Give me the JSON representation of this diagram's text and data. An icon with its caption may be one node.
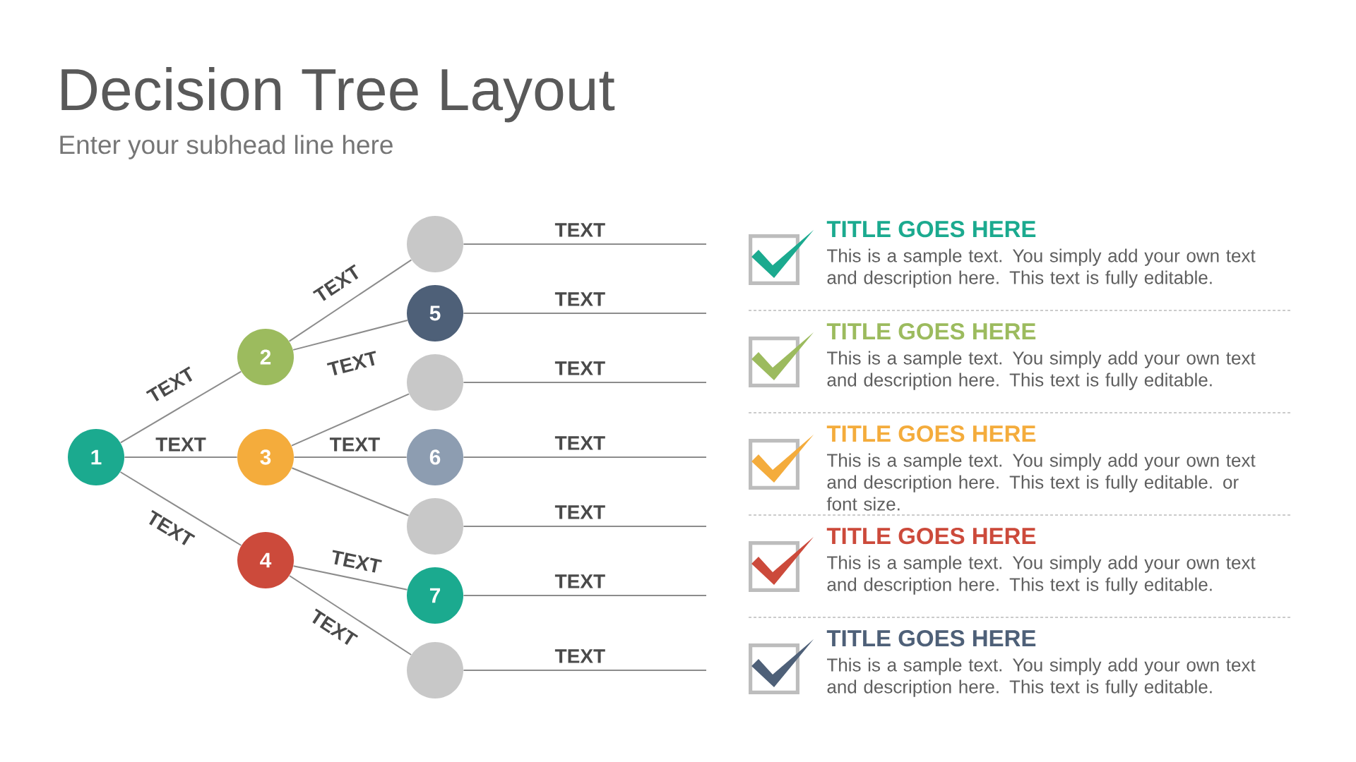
{
  "diagram": {
    "title": "Decision Tree Layout",
    "nodes": [
      {
        "text": [
          "1"
        ]
      },
      {
        "text": [
          "2"
        ]
      },
      {
        "text": [
          "3"
        ]
      },
      {
        "text": [
          "4"
        ]
      },
      {
        "text": [],
        "shape": "circle"
      },
      {
        "text": [
          "5"
        ]
      },
      {
        "text": [],
        "shape": "circle"
      },
      {
        "text": [
          "6"
        ]
      },
      {
        "text": [],
        "shape": "circle"
      },
      {
        "text": [
          "7"
        ]
      },
      {
        "text": [],
        "shape": "circle"
      }
    ],
    "edges": [
      {
        "from": 0,
        "to": 1,
        "arrow": "none",
        "label": "TEXT"
      },
      {
        "from": 0,
        "to": 2,
        "arrow": "none",
        "label": "TEXT"
      },
      {
        "from": 0,
        "to": 3,
        "arrow": "none",
        "label": "TEXT"
      },
      {
        "from": 1,
        "to": 4,
        "arrow": "none",
        "label": "TEXT"
      },
      {
        "from": 1,
        "to": 5,
        "arrow": "none",
        "label": "TEXT"
      },
      {
        "from": 2,
        "to": 6,
        "arrow": "none"
      },
      {
        "from": 2,
        "to": 7,
        "arrow": "none",
        "label": "TEXT"
      },
      {
        "from": 2,
        "to": 8,
        "arrow": "none"
      },
      {
        "from": 3,
        "to": 9,
        "arrow": "none",
        "label": "TEXT"
      },
      {
        "from": 3,
        "to": 10,
        "arrow": "none",
        "label": "TEXT"
      },
      {
        "from": 4,
        "to": null,
        "arrow": "none",
        "label": "TEXT"
      },
      {
        "from": 5,
        "to": null,
        "arrow": "none",
        "label": "TEXT"
      },
      {
        "from": 6,
        "to": null,
        "arrow": "none",
        "label": "TEXT"
      },
      {
        "from": 7,
        "to": null,
        "arrow": "none",
        "label": "TEXT"
      },
      {
        "from": 8,
        "to": null,
        "arrow": "none",
        "label": "TEXT"
      },
      {
        "from": 9,
        "to": null,
        "arrow": "none",
        "label": "TEXT"
      },
      {
        "from": 10,
        "to": null,
        "arrow": "none",
        "label": "TEXT"
      }
    ],
    "labels": [
      "Enter your subhead line here",
      "TITLE GOES HERE",
      "This is a sample text. You simply add your own text and description here. This text is fully editable.",
      "TITLE GOES HERE",
      "This is a sample text. You simply add your own text and description here. This text is fully editable.",
      "TITLE GOES HERE",
      "This is a sample text. You simply add your own text and description here. This text is fully editable. or font size.",
      "TITLE GOES HERE",
      "This is a sample text. You simply add your own text and description here. This text is fully editable.",
      "TITLE GOES HERE",
      "This is a sample text. You simply add your own text and description here. This text is fully editable."
    ]
  }
}
